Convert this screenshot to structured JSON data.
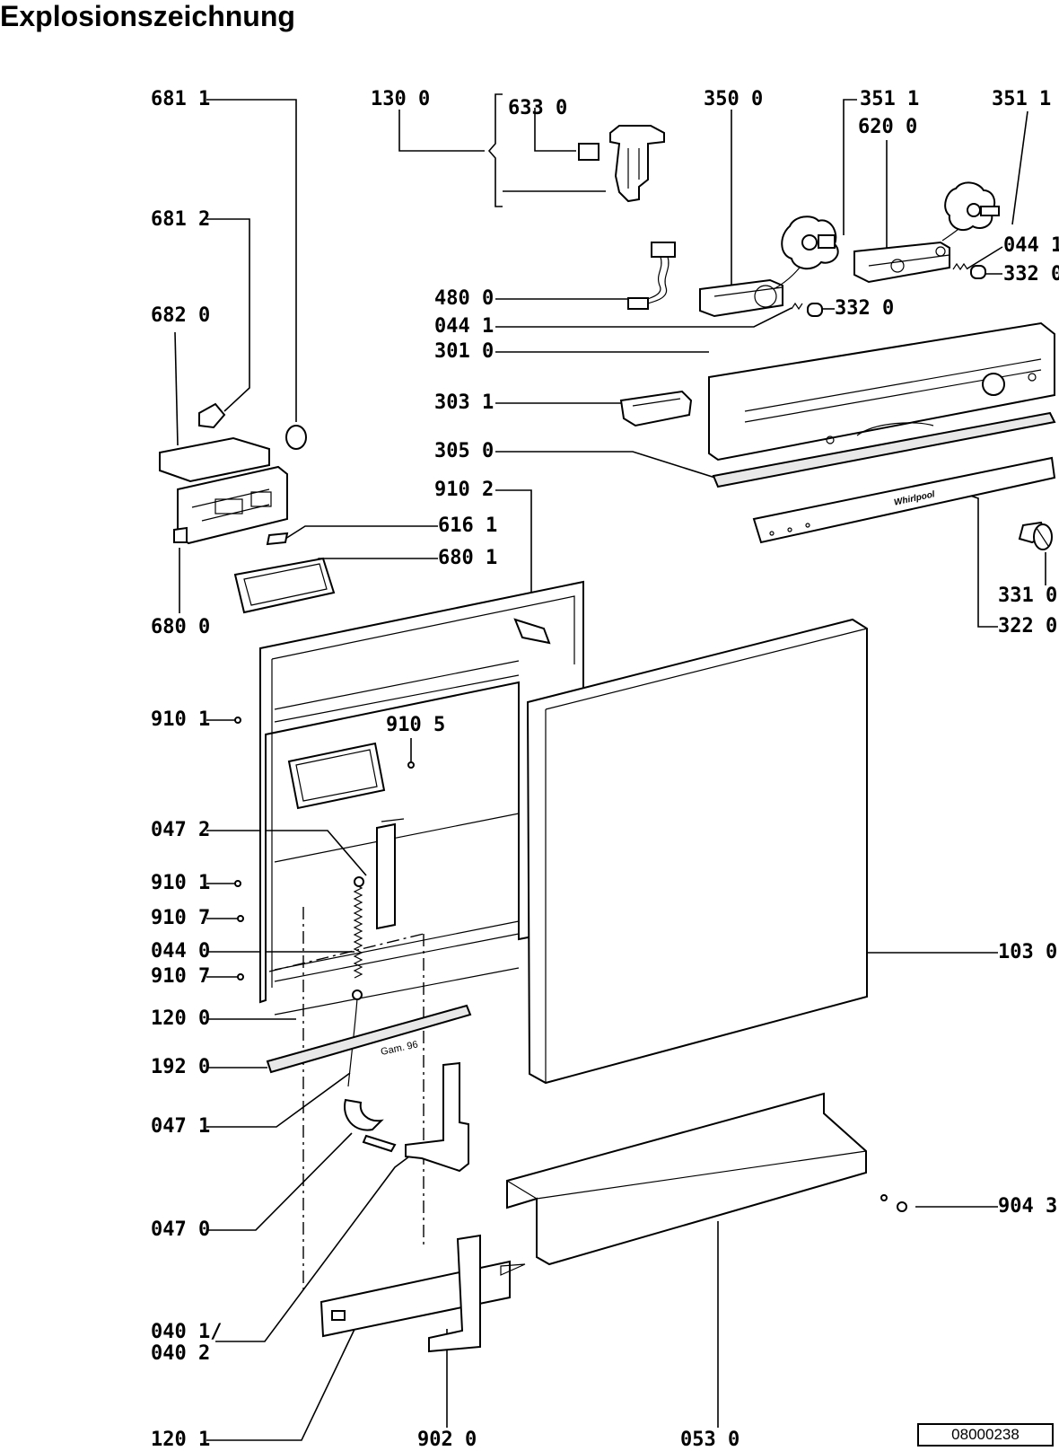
{
  "title": "Explosionszeichnung",
  "drawing_number": "08000238",
  "callouts": [
    {
      "id": "681-1",
      "text": "681 1"
    },
    {
      "id": "130-0",
      "text": "130 0"
    },
    {
      "id": "633-0",
      "text": "633 0"
    },
    {
      "id": "350-0",
      "text": "350 0"
    },
    {
      "id": "351-1a",
      "text": "351 1"
    },
    {
      "id": "351-1b",
      "text": "351 1"
    },
    {
      "id": "620-0",
      "text": "620 0"
    },
    {
      "id": "681-2",
      "text": "681 2"
    },
    {
      "id": "044-1a",
      "text": "044 1"
    },
    {
      "id": "332-0a",
      "text": "332 0"
    },
    {
      "id": "480-0",
      "text": "480 0"
    },
    {
      "id": "332-0b",
      "text": "332 0"
    },
    {
      "id": "682-0",
      "text": "682 0"
    },
    {
      "id": "044-1b",
      "text": "044 1"
    },
    {
      "id": "301-0",
      "text": "301 0"
    },
    {
      "id": "303-1",
      "text": "303 1"
    },
    {
      "id": "305-0",
      "text": "305 0"
    },
    {
      "id": "910-2",
      "text": "910 2"
    },
    {
      "id": "616-1",
      "text": "616 1"
    },
    {
      "id": "680-1",
      "text": "680 1"
    },
    {
      "id": "331-0",
      "text": "331 0"
    },
    {
      "id": "680-0",
      "text": "680 0"
    },
    {
      "id": "322-0",
      "text": "322 0"
    },
    {
      "id": "910-1a",
      "text": "910 1"
    },
    {
      "id": "910-5",
      "text": "910 5"
    },
    {
      "id": "047-2",
      "text": "047 2"
    },
    {
      "id": "910-1b",
      "text": "910 1"
    },
    {
      "id": "910-7a",
      "text": "910 7"
    },
    {
      "id": "044-0",
      "text": "044 0"
    },
    {
      "id": "103-0",
      "text": "103 0"
    },
    {
      "id": "910-7b",
      "text": "910 7"
    },
    {
      "id": "120-0",
      "text": "120 0"
    },
    {
      "id": "192-0",
      "text": "192 0"
    },
    {
      "id": "047-1",
      "text": "047 1"
    },
    {
      "id": "904-3",
      "text": "904 3"
    },
    {
      "id": "047-0",
      "text": "047 0"
    },
    {
      "id": "040-1",
      "text": "040 1/"
    },
    {
      "id": "040-2",
      "text": "040 2"
    },
    {
      "id": "120-1",
      "text": "120 1"
    },
    {
      "id": "902-0",
      "text": "902 0"
    },
    {
      "id": "053-0",
      "text": "053 0"
    }
  ],
  "printed_marks": {
    "brand": "Whirlpool",
    "stamp": "Gam. 96"
  }
}
